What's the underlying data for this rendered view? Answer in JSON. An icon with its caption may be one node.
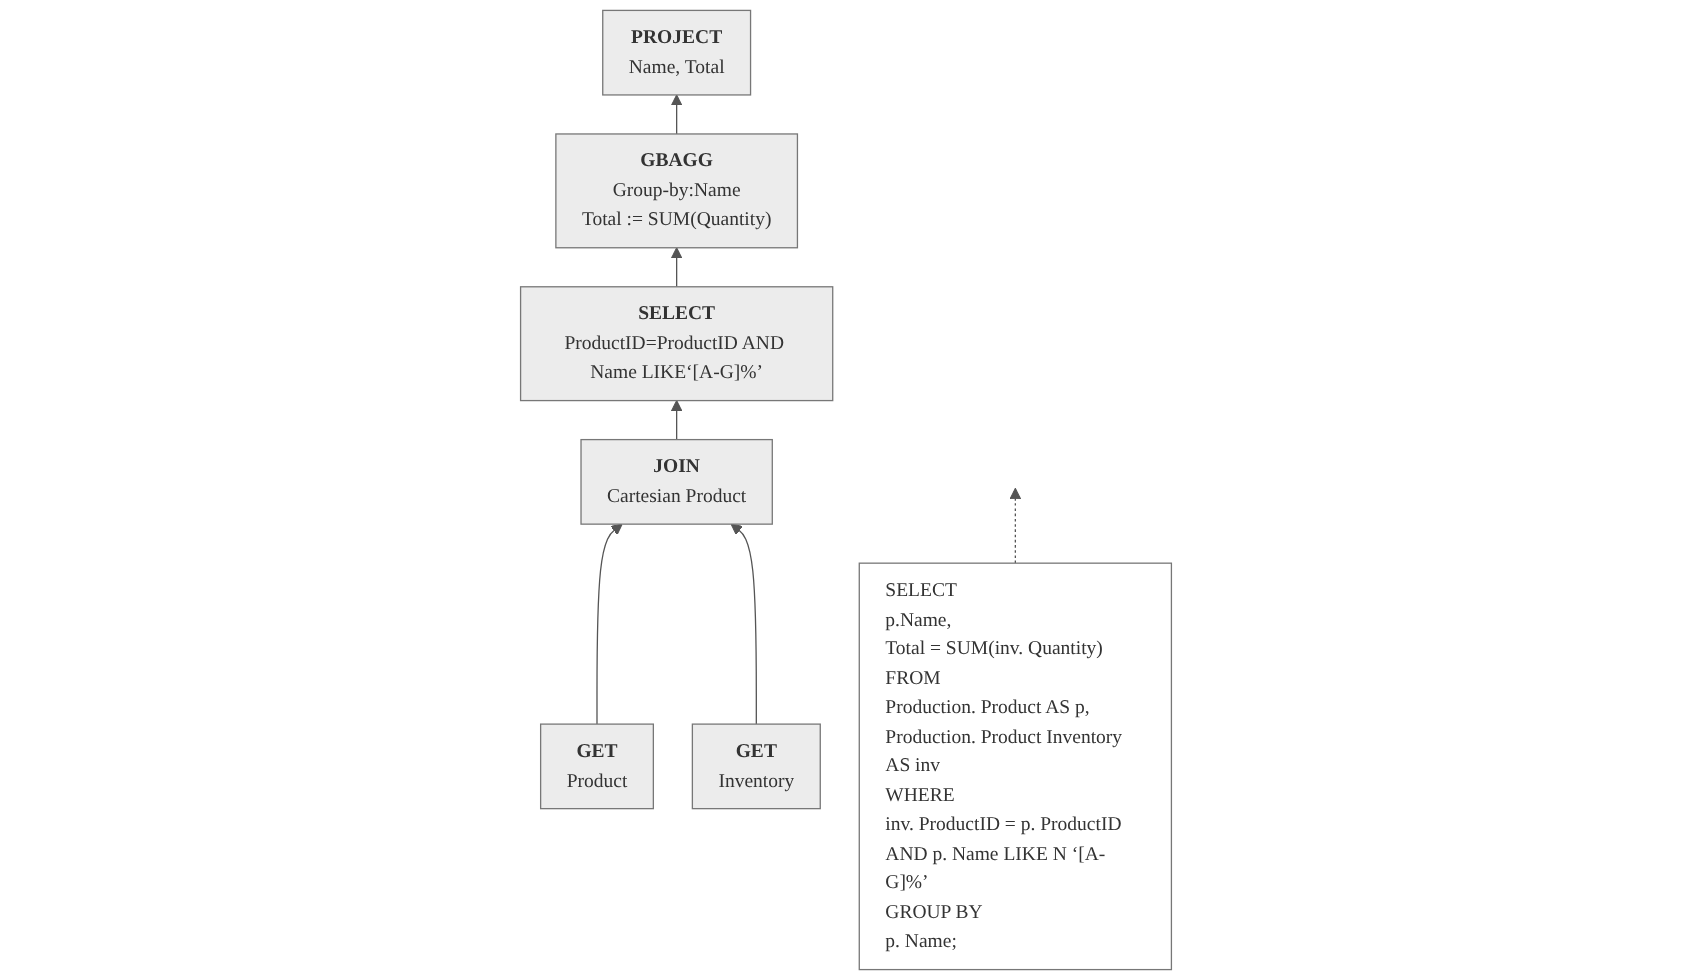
{
  "diagram": {
    "nodes": [
      {
        "text": [
          "SELECT",
          "p.Name,",
          "Total = SUM(inv. Quantity)",
          "FROM",
          "Production. Product AS p,",
          "Production. Product Inventory AS inv",
          "WHERE",
          "inv. ProductID = p. ProductID",
          "AND p. Name LIKE N ‘[A-G]%’",
          "GROUP BY",
          "p. Name;"
        ]
      },
      {
        "text": [
          "PROJECT",
          "Name, Total"
        ]
      },
      {
        "text": [
          "GBAGG",
          "Group-by:Name",
          "Total := SUM(Quantity)"
        ]
      },
      {
        "text": [
          "SELECT",
          "ProductID=ProductID AND Name LIKE‘[A-G]%’"
        ]
      },
      {
        "text": [
          "JOIN",
          "Cartesian Product"
        ]
      },
      {
        "text": [
          "GET",
          "Product"
        ]
      },
      {
        "text": [
          "GET",
          "Inventory"
        ]
      }
    ],
    "edges": [
      {
        "from": 0,
        "to": null,
        "arrow": "to",
        "style": "dashed"
      },
      {
        "from": 2,
        "to": 1,
        "arrow": "to"
      },
      {
        "from": 3,
        "to": 2,
        "arrow": "to"
      },
      {
        "from": 4,
        "to": 3,
        "arrow": "to"
      },
      {
        "from": 5,
        "to": 4,
        "arrow": "to"
      },
      {
        "from": 6,
        "to": 4,
        "arrow": "to"
      }
    ]
  }
}
